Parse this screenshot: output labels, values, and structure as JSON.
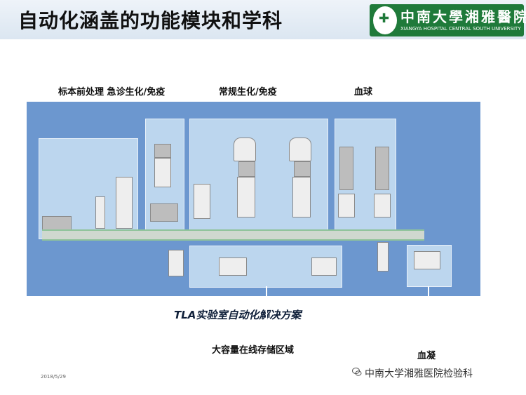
{
  "slide": {
    "title": "自动化涵盖的功能模块和学科",
    "date": "2018/5/29"
  },
  "logo": {
    "cn": "中南大學湘雅醫院",
    "en": "XIANGYA HOSPITAL CENTRAL SOUTH UNIVERSITY"
  },
  "labels": {
    "preprocess": "标本前处理 急诊生化/免疫",
    "routine": "常规生化/免疫",
    "blood": "血球",
    "storage": "大容量在线存储区域",
    "coag": "血凝"
  },
  "diagram": {
    "solution": "TLA实验室自动化解决方案"
  },
  "footer": {
    "wechat": "中南大学湘雅医院检验科"
  },
  "colors": {
    "stage": "#6c97cf",
    "zone": "#bcd6ee",
    "logo_green": "#1f7a3a"
  }
}
